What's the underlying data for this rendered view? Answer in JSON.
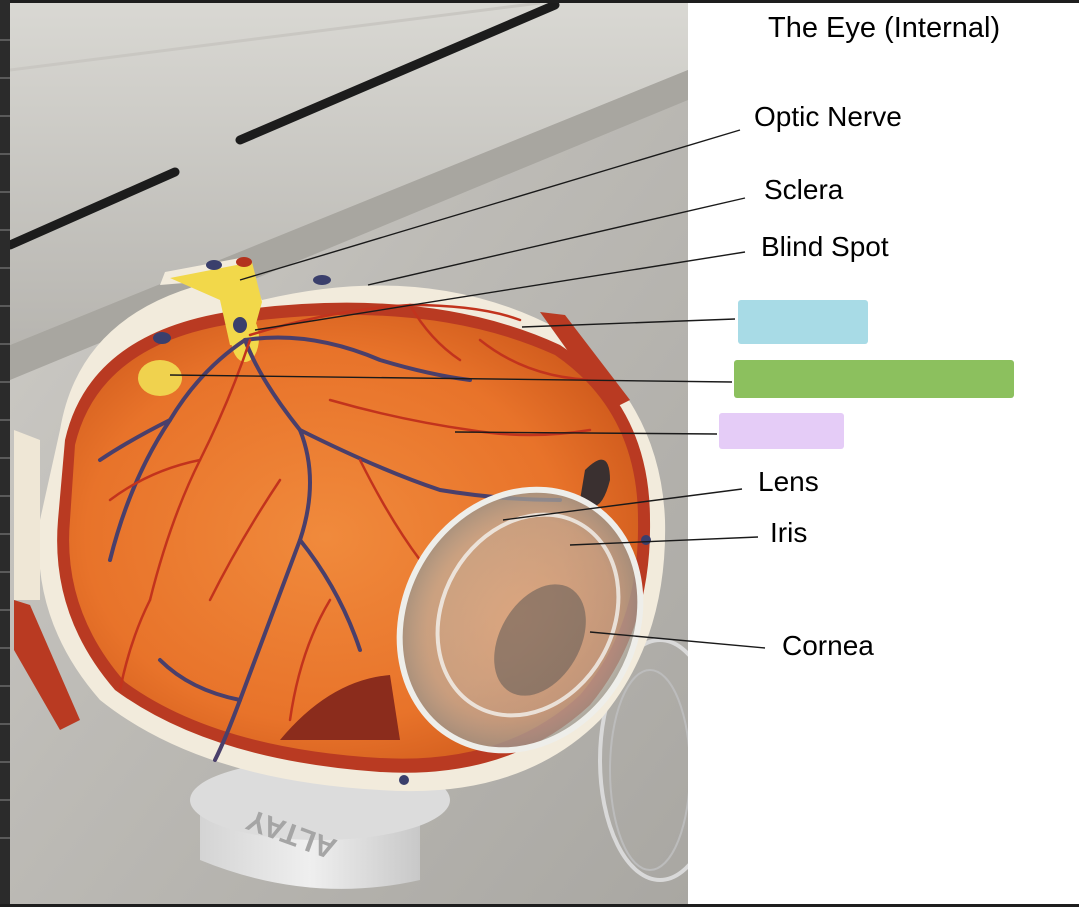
{
  "title": "The Eye (Internal)",
  "labels": {
    "optic_nerve": "Optic Nerve",
    "sclera": "Sclera",
    "blind_spot": "Blind Spot",
    "lens": "Lens",
    "iris": "Iris",
    "cornea": "Cornea"
  },
  "blanks": {
    "blank_1_color": "#a8dbe6",
    "blank_2_color": "#8cc05e",
    "blank_3_color": "#e5ccf7"
  },
  "model_brand": "ALTAY"
}
